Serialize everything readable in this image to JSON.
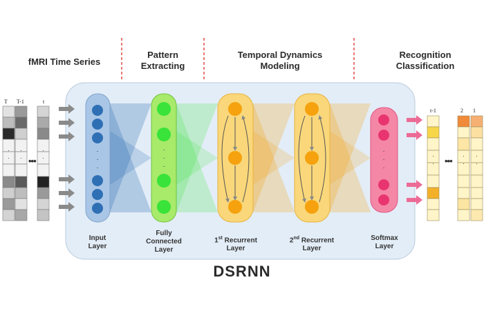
{
  "headers": {
    "fmri": "fMRI Time Series",
    "pattern": "Pattern\nExtracting",
    "temporal": "Temporal Dynamics\nModeling",
    "recognition": "Recognition\nClassification"
  },
  "layers": {
    "input": {
      "line1": "Input",
      "line2": "Layer",
      "color": "#2f6fb4"
    },
    "fc": {
      "line1": "Fully",
      "line2": "Connected",
      "line3": "Layer",
      "color": "#39e339"
    },
    "rec1": {
      "num": "1",
      "sup": "st",
      "word": "Recurrent",
      "line2": "Layer",
      "color": "#f5a20e"
    },
    "rec2": {
      "num": "2",
      "sup": "nd",
      "word": "Recurrent",
      "line2": "Layer",
      "color": "#f5a20e"
    },
    "softmax": {
      "line1": "Softmax",
      "line2": "Layer",
      "color": "#e8356f"
    }
  },
  "model_name": "DSRNN",
  "input_series": {
    "col_labels": [
      "T",
      "T-1",
      "t"
    ],
    "ellipsis": "•••"
  },
  "output_series": {
    "col_labels": [
      "t-1",
      "2",
      "1"
    ],
    "ellipsis": "•••"
  }
}
